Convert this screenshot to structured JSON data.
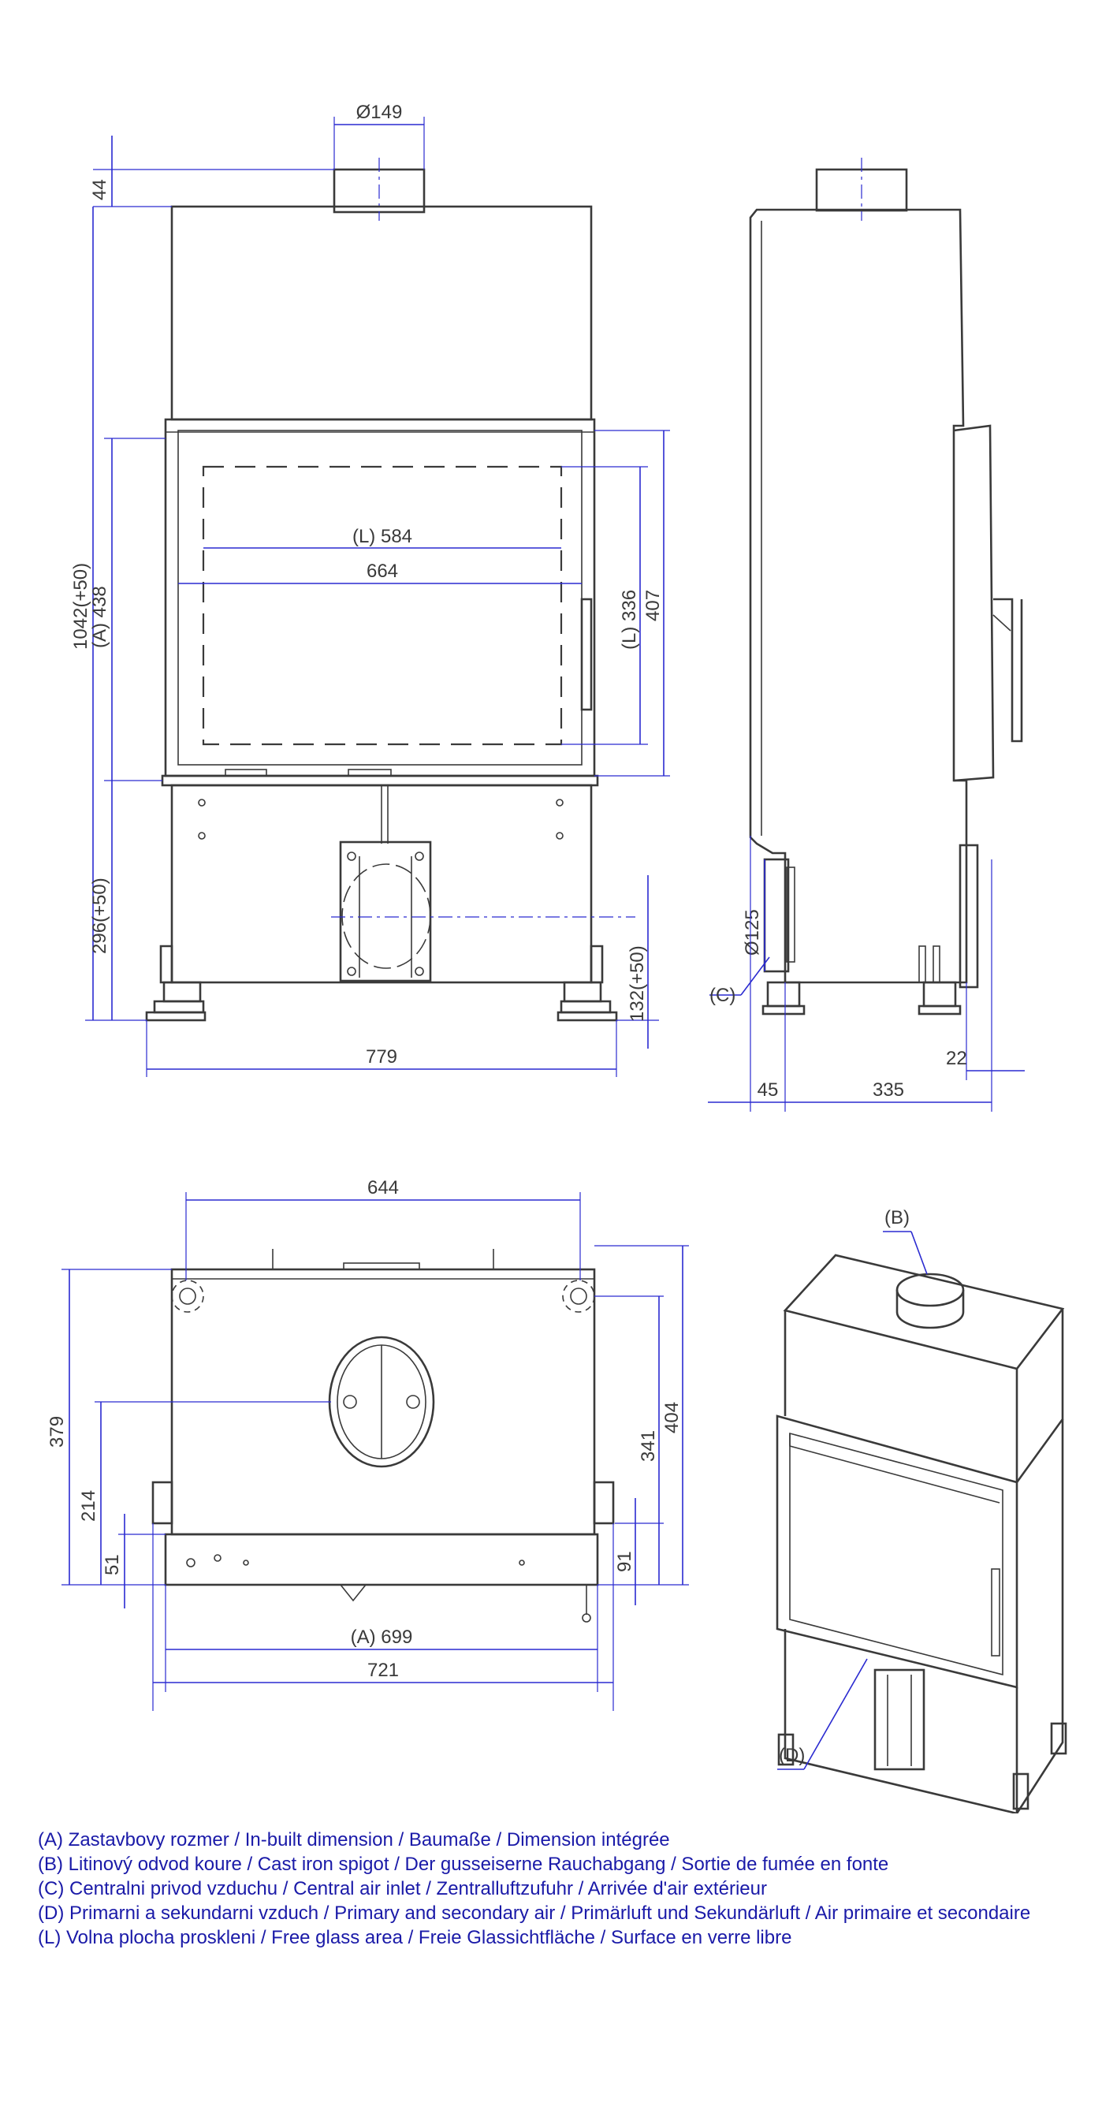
{
  "dimensions": {
    "front": {
      "flue_diameter": "Ø149",
      "top_offset": "44",
      "total_height": "1042(+50)",
      "inbuilt_height": "(A) 438",
      "base_height": "296(+50)",
      "glass_width": "(L) 584",
      "door_width": "664",
      "glass_height": "(L) 336",
      "door_height": "407",
      "air_inlet_height": "132(+50)",
      "total_width": "779"
    },
    "side": {
      "air_inlet_diameter": "Ø125",
      "callout_c": "(C)",
      "front_offset": "45",
      "depth": "335",
      "rear_offset": "22"
    },
    "top": {
      "body_width": "644",
      "total_depth": "379",
      "spigot_offset": "214",
      "front_depth": "51",
      "rear_depth": "404",
      "side_depth": "341",
      "front_offset_right": "91",
      "inbuilt_width": "(A) 699",
      "total_width": "721"
    },
    "iso": {
      "callout_b": "(B)",
      "callout_d": "(D)"
    }
  },
  "legend": [
    "(A)  Zastavbovy rozmer / In-built dimension / Baumaße / Dimension intégrée",
    "(B)  Litinový odvod koure / Cast iron spigot / Der gusseiserne Rauchabgang / Sortie de fumée en fonte",
    "(C)  Centralni privod vzduchu / Central air inlet / Zentralluftzufuhr / Arrivée d'air extérieur",
    "(D)  Primarni a sekundarni vzduch / Primary and secondary air / Primärluft und Sekundärluft / Air primaire et secondaire",
    "(L)  Volna plocha proskleni / Free glass area / Freie Glassichtfläche / Surface en verre libre"
  ],
  "colors": {
    "dimension_lines": "#2a2ad0",
    "outline": "#3a3a3a",
    "legend_text": "#1a1aa8"
  }
}
